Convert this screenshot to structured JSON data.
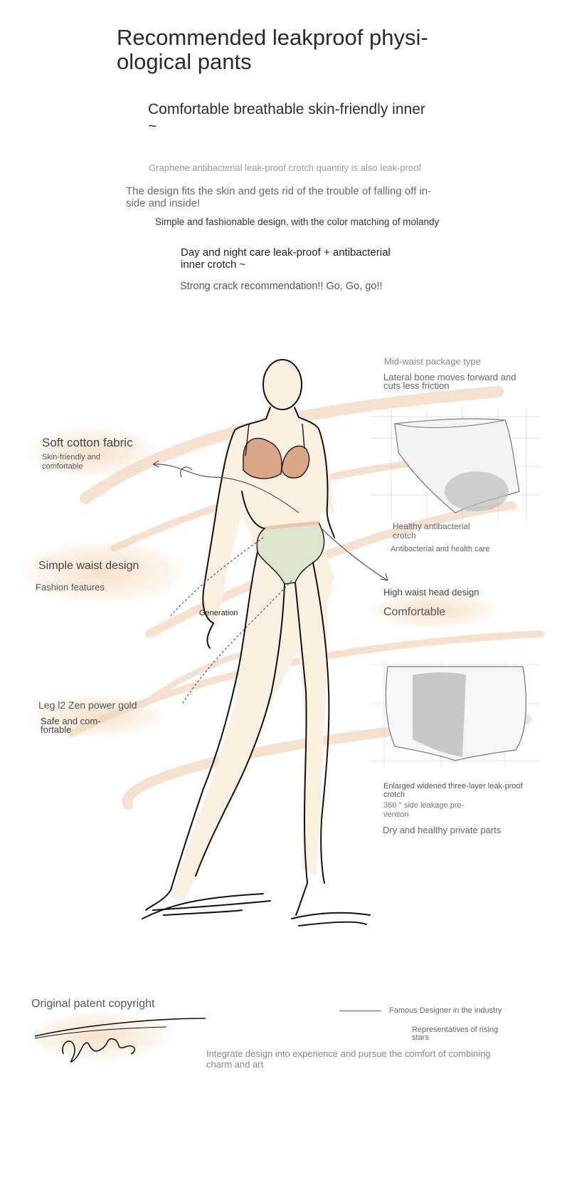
{
  "header": {
    "title": "Recommended leakproof physi-ological pants",
    "subtitle": "Comfortable breathable skin-friendly inner ~"
  },
  "intro": {
    "line1": "Graphene antibacterial leak-proof crotch quantity is also leak-proof",
    "line2": "The design fits the skin and gets rid of the trouble of falling off in-side and inside!",
    "line3": "Simple and fashionable design, with the color matching of molandy",
    "line4": "Day and night care leak-proof + antibacterial inner crotch ~",
    "line5": "Strong crack recommendation!! Go, Go, go!!"
  },
  "left_labels": {
    "fabric_title": "Soft cotton fabric",
    "fabric_sub": "Skin-friendly and comfortable",
    "waist_title": "Simple waist design",
    "waist_sub": "Fashion features",
    "generation": "Generation",
    "leg_title": "Leg l2 Zen power gold",
    "leg_sub": "Safe and com-fortable"
  },
  "right_labels": {
    "mid_waist": "Mid-waist package type",
    "lateral_bone": "Lateral bone moves forward and cuts less friction",
    "healthy_crotch": "Healthy antibacterial crotch",
    "health_care": "Antibacterial and health care",
    "high_waist": "High waist head design",
    "comfortable": "Comfortable",
    "enlarged": "Enlarged widened three-layer leak-proof crotch",
    "side_leak": "360 ° side leakage pre-vention",
    "dry": "Dry and healthy private parts"
  },
  "footer": {
    "patent": "Original patent copyright",
    "famous": "Famous Designer in the industry",
    "rising": "Representatives of rising stars",
    "integrate": "Integrate design into experience and pursue the comfort of combining charm and art"
  },
  "colors": {
    "wash": "#f3d6b6",
    "bra": "#d9a785",
    "panty": "#dde6cf",
    "skin": "#fbf1e2",
    "ink": "#111111"
  }
}
